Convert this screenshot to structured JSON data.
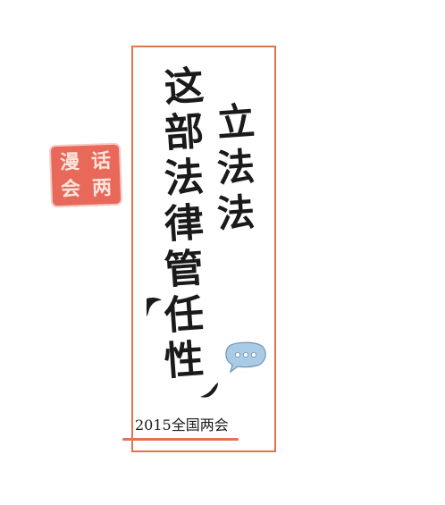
{
  "seal": {
    "chars": [
      "漫",
      "话",
      "两",
      "会"
    ],
    "color": "#e8685a"
  },
  "title": {
    "main_chars": [
      "这",
      "部",
      "法",
      "律",
      "管",
      "任",
      "性"
    ],
    "sub_chars": [
      "立",
      "法",
      "法"
    ]
  },
  "footer": {
    "text": "2015全国两会"
  },
  "colors": {
    "frame": "#e07350",
    "ink": "#1a1a1a",
    "bubble": "#a9cbe6"
  },
  "icons": [
    "speech-bubble-icon",
    "quote-mark-open-icon",
    "quote-mark-close-icon"
  ]
}
